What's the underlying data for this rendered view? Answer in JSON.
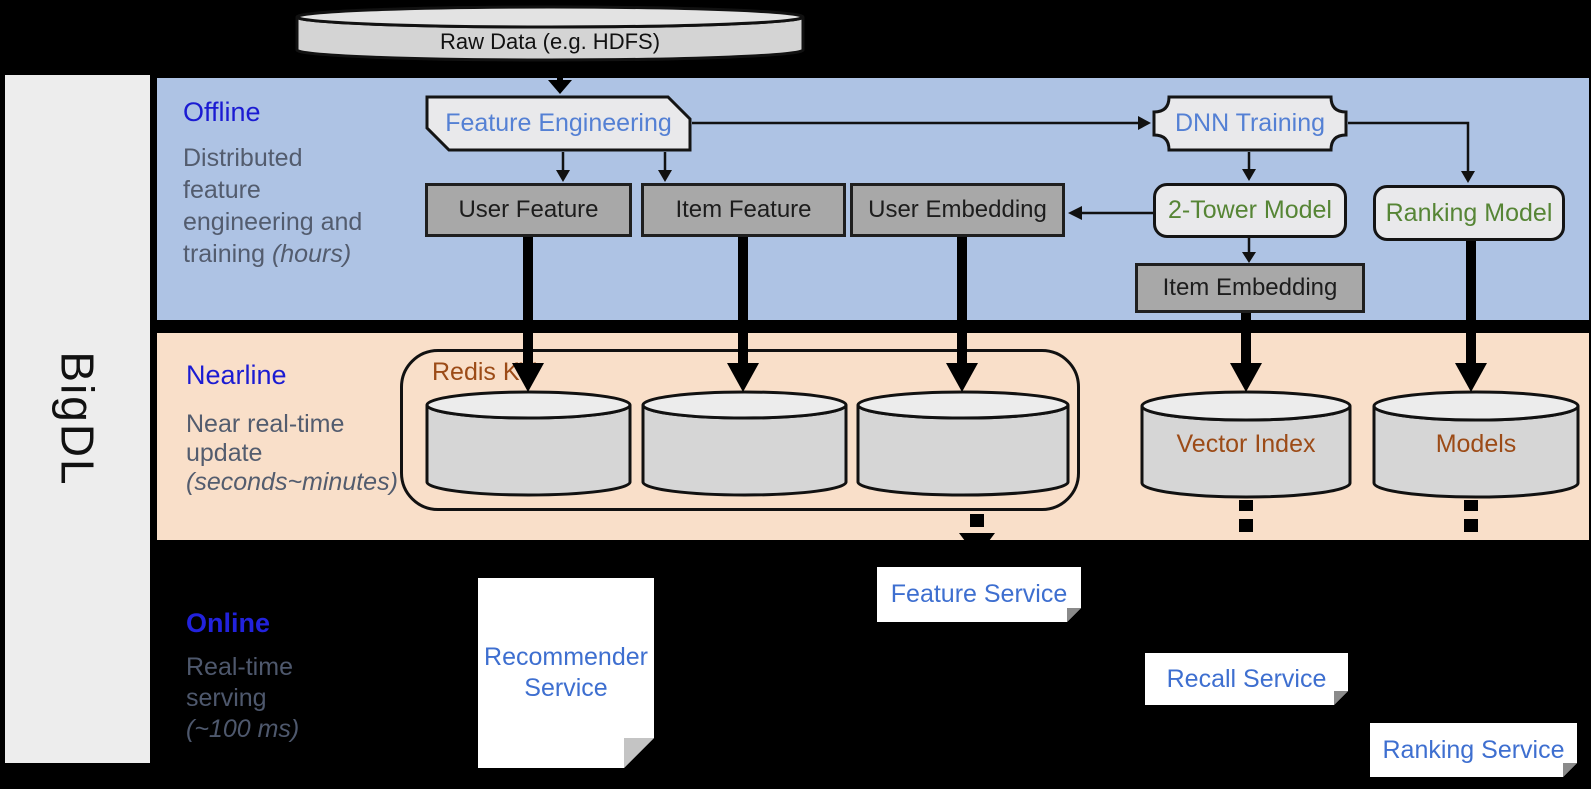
{
  "brand": {
    "label": "BigDL"
  },
  "raw_data": {
    "label": "Raw Data (e.g. HDFS)"
  },
  "offline": {
    "label": "Offline",
    "desc_lines": [
      "Distributed",
      "feature",
      "engineering and"
    ],
    "desc_last_normal": "training ",
    "desc_last_italic": "(hours)",
    "feature_engineering": "Feature Engineering",
    "dnn_training": "DNN Training",
    "user_feature": "User Feature",
    "item_feature": "Item Feature",
    "user_embedding": "User Embedding",
    "two_tower_model": "2-Tower Model",
    "ranking_model": "Ranking Model",
    "item_embedding": "Item Embedding"
  },
  "nearline": {
    "label": "Nearline",
    "desc_lines": [
      "Near real-time",
      "update"
    ],
    "desc_last_normal": "",
    "desc_last_italic": "(seconds~minutes)",
    "redis_kv": "Redis KV",
    "vector_index": "Vector Index",
    "models": "Models"
  },
  "online": {
    "label": "Online",
    "desc_lines": [
      "Real-time",
      "serving"
    ],
    "desc_last_normal": "",
    "desc_last_italic": "(~100 ms)",
    "recommender_service_lines": [
      "Recommender",
      "Service"
    ],
    "feature_service": "Feature Service",
    "recall_service": "Recall Service",
    "ranking_service": "Ranking Service"
  },
  "colors": {
    "offline_band": "#aec3e4",
    "nearline_band": "#f9dfc9",
    "section_label_blue": "#1b1bd2",
    "section_desc_gray": "#535c6e",
    "node_text_blue": "#5480d4",
    "node_text_green": "#568535",
    "node_text_brown": "#9c4b17",
    "service_text_blue": "#3e6fd0",
    "gray_box_fill": "#a8a8a8",
    "light_shape_fill": "#e9e9eb",
    "background": "#000000"
  }
}
